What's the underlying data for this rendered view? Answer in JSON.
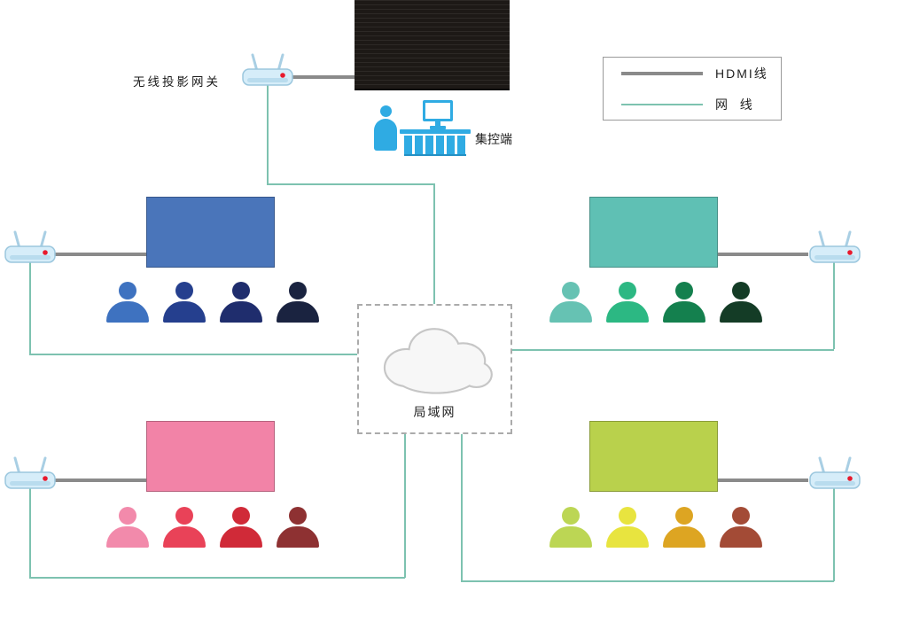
{
  "labels": {
    "gateway": "无线投影网关",
    "control_terminal": "集控端",
    "lan": "局域网"
  },
  "legend": {
    "hdmi_label": "HDMI线",
    "net_label": "网  线"
  },
  "colors": {
    "hdmi_line": "#8a8a8a",
    "net_line": "#7dc2b0",
    "main_screen": "#1d1916",
    "control_blue": "#2fabe3"
  },
  "rooms": [
    {
      "id": "blue",
      "screen": "#4a75ba",
      "people": [
        "#3e72c0",
        "#253f8e",
        "#1f2d6d",
        "#1a2340"
      ]
    },
    {
      "id": "teal",
      "screen": "#5fc0b4",
      "people": [
        "#66c2b3",
        "#2cb883",
        "#14804e",
        "#143c26"
      ]
    },
    {
      "id": "pink",
      "screen": "#f283a7",
      "people": [
        "#f28aab",
        "#e94258",
        "#d02a38",
        "#8e3132"
      ]
    },
    {
      "id": "green",
      "screen": "#b9d14c",
      "people": [
        "#bcd654",
        "#e8e43f",
        "#dda522",
        "#a34b36"
      ]
    }
  ]
}
